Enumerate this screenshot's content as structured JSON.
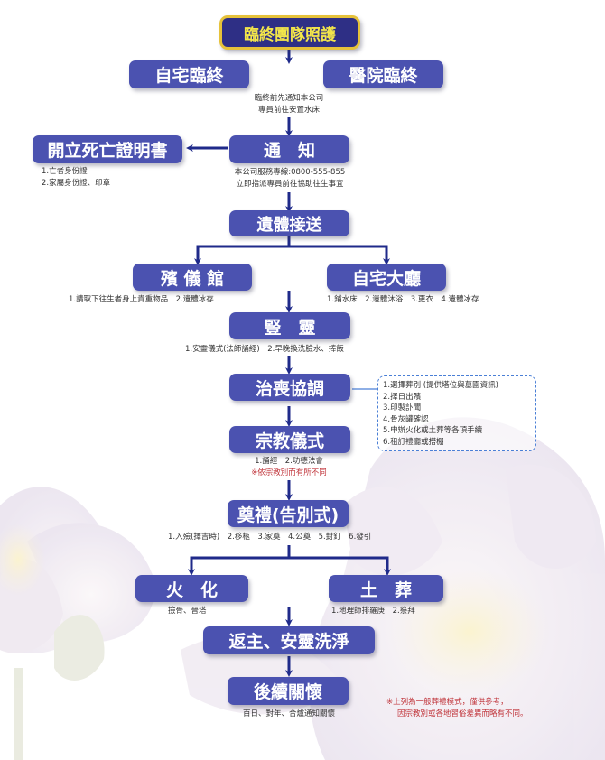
{
  "title": "臨終團隊照護",
  "colors": {
    "node_fill": "#4b52b0",
    "title_fill": "#2e2f85",
    "title_text": "#f3e64a",
    "title_border": "#e6c23a",
    "arrow": "#1f2a8a",
    "note_red": "#c0343a",
    "dashed_border": "#4a7fd6"
  },
  "nodes": {
    "home_death": "自宅臨終",
    "hospital_death": "醫院臨終",
    "notify": "通　知",
    "death_certificate": "開立死亡證明書",
    "body_transport": "遺體接送",
    "funeral_home": "殯 儀 館",
    "home_hall": "自宅大廳",
    "spirit_tablet": "豎　靈",
    "funeral_coordination": "治喪協調",
    "religious_ceremony": "宗教儀式",
    "funeral_service": "奠禮(告別式)",
    "cremation": "火　化",
    "burial": "土　葬",
    "return_home": "返主、安靈洗淨",
    "follow_up": "後續關懷"
  },
  "notes": {
    "before_death": [
      "臨終前先通知本公司",
      "專員前往安置水床"
    ],
    "certificate_docs": [
      "1.亡者身份證",
      "2.家屬身份證、印章"
    ],
    "hotline": [
      "本公司服務專線:0800-555-855",
      "立即指派專員前往協助往生事宜"
    ],
    "funeral_home_items": "1.請取下往生者身上貴重物品　2.遺體冰存",
    "home_hall_items": "1.鋪水床　2.遺體沐浴　3.更衣　4.遺體冰存",
    "spirit_items": "1.安靈儀式(法師誦經)　2.早晚換洗臉水、捧飯",
    "coordination_items": [
      "1.選擇葬別 (提供塔位與墓園資訊)",
      "2.擇日出殯",
      "3.印製訃聞",
      "4.骨灰罐確認",
      "5.申辦火化或土葬等各項手續",
      "6.租訂禮廳或搭棚"
    ],
    "religious_items": "1.誦經　2.功德法會",
    "religious_note": "※依宗教別而有所不同",
    "service_items": "1.入殮(擇吉時)　2.移柩　3.家奠　4.公奠　5.封釘　6.發引",
    "cremation_items": "撿骨、晉塔",
    "burial_items": "1.地理師排羅庚　2.祭拜",
    "follow_up_items": "百日、對年、合爐通知關懷",
    "disclaimer": [
      "※上列為一般葬禮模式，僅供參考，",
      "因宗教別或各地習俗差異而略有不同。"
    ]
  }
}
